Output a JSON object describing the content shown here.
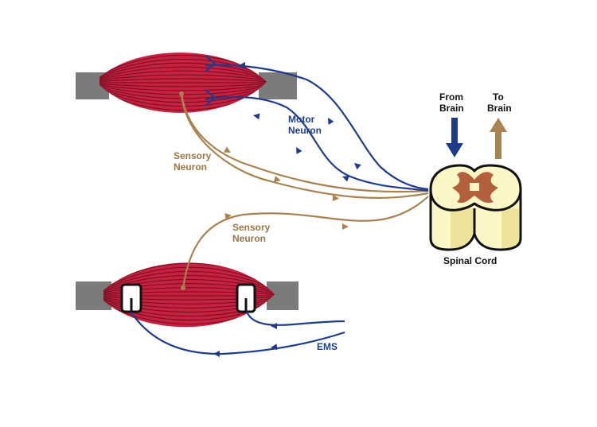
{
  "labels": {
    "motor_neuron": [
      "Motor",
      "Neuron"
    ],
    "sensory_neuron_top": [
      "Sensory",
      "Neuron"
    ],
    "sensory_neuron_bottom": [
      "Sensory",
      "Neuron"
    ],
    "from_brain": [
      "From",
      "Brain"
    ],
    "to_brain": [
      "To",
      "Brain"
    ],
    "spinal_cord": "Spinal Cord",
    "ems": "EMS"
  },
  "colors": {
    "motor": "#1f3c8c",
    "sensory": "#a98250",
    "muscle": "#c8203f",
    "muscle_stripe": "#6e0e22",
    "tendon": "#7a7a7a",
    "gray_matter": "#b5603c",
    "cord_fill": "#fbf6c6",
    "cord_shade": "#ede39a"
  }
}
